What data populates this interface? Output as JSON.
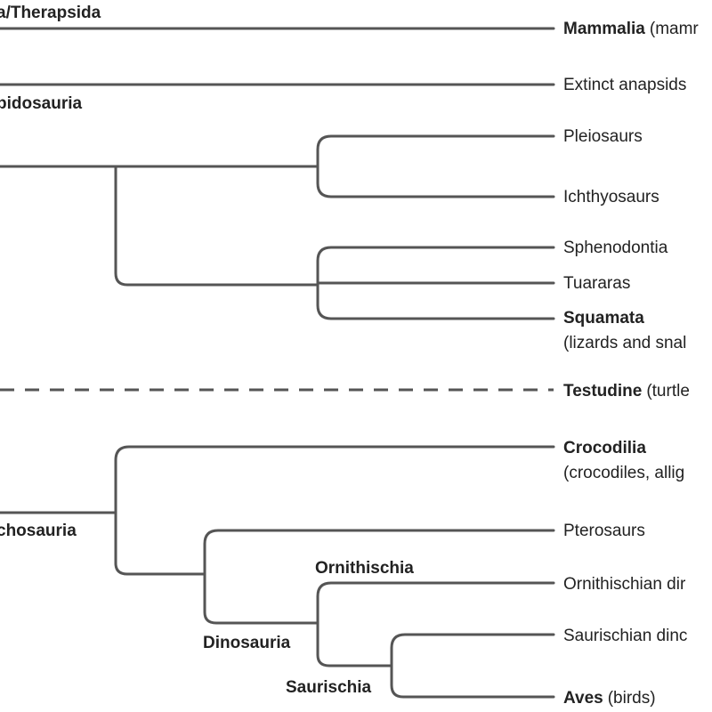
{
  "clades": {
    "synapsida": "a/Therapsida",
    "lepidosauria": "pidosauria",
    "archosauria": "chosauria",
    "ornithischia": "Ornithischia",
    "dinosauria": "Dinosauria",
    "saurischia": "Saurischia"
  },
  "taxa": {
    "mammalia": {
      "name": "Mammalia",
      "note": "(mamr"
    },
    "extinct_anapsids": {
      "name": "Extinct anapsids"
    },
    "pleiosaurs": {
      "name": "Pleiosaurs"
    },
    "ichthyosaurs": {
      "name": "Ichthyosaurs"
    },
    "sphenodontia": {
      "name": "Sphenodontia"
    },
    "tuararas": {
      "name": "Tuararas"
    },
    "squamata": {
      "name": "Squamata",
      "note": "(lizards and snal"
    },
    "testudine": {
      "name": "Testudine",
      "note": "(turtle"
    },
    "crocodilia": {
      "name": "Crocodilia",
      "note": "(crocodiles, allig"
    },
    "pterosaurs": {
      "name": "Pterosaurs"
    },
    "ornithischian": {
      "name": "Ornithischian dir"
    },
    "saurischian": {
      "name": "Saurischian dinc"
    },
    "aves": {
      "name": "Aves",
      "note": "(birds)"
    }
  },
  "colors": {
    "line": "#555555",
    "text": "#222222",
    "background": "#ffffff"
  }
}
